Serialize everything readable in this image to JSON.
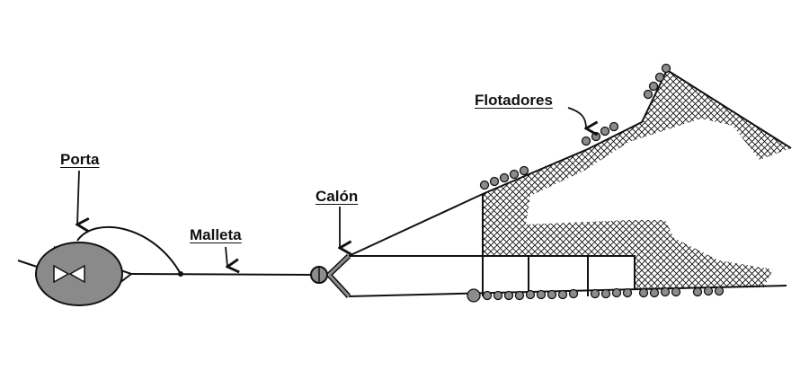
{
  "labels": {
    "porta": "Porta",
    "malleta": "Malleta",
    "calon": "Calón",
    "flotadores": "Flotadores"
  },
  "colors": {
    "ink": "#111111",
    "door_fill": "#8a8a8a",
    "float_fill": "#8c8c8c"
  }
}
